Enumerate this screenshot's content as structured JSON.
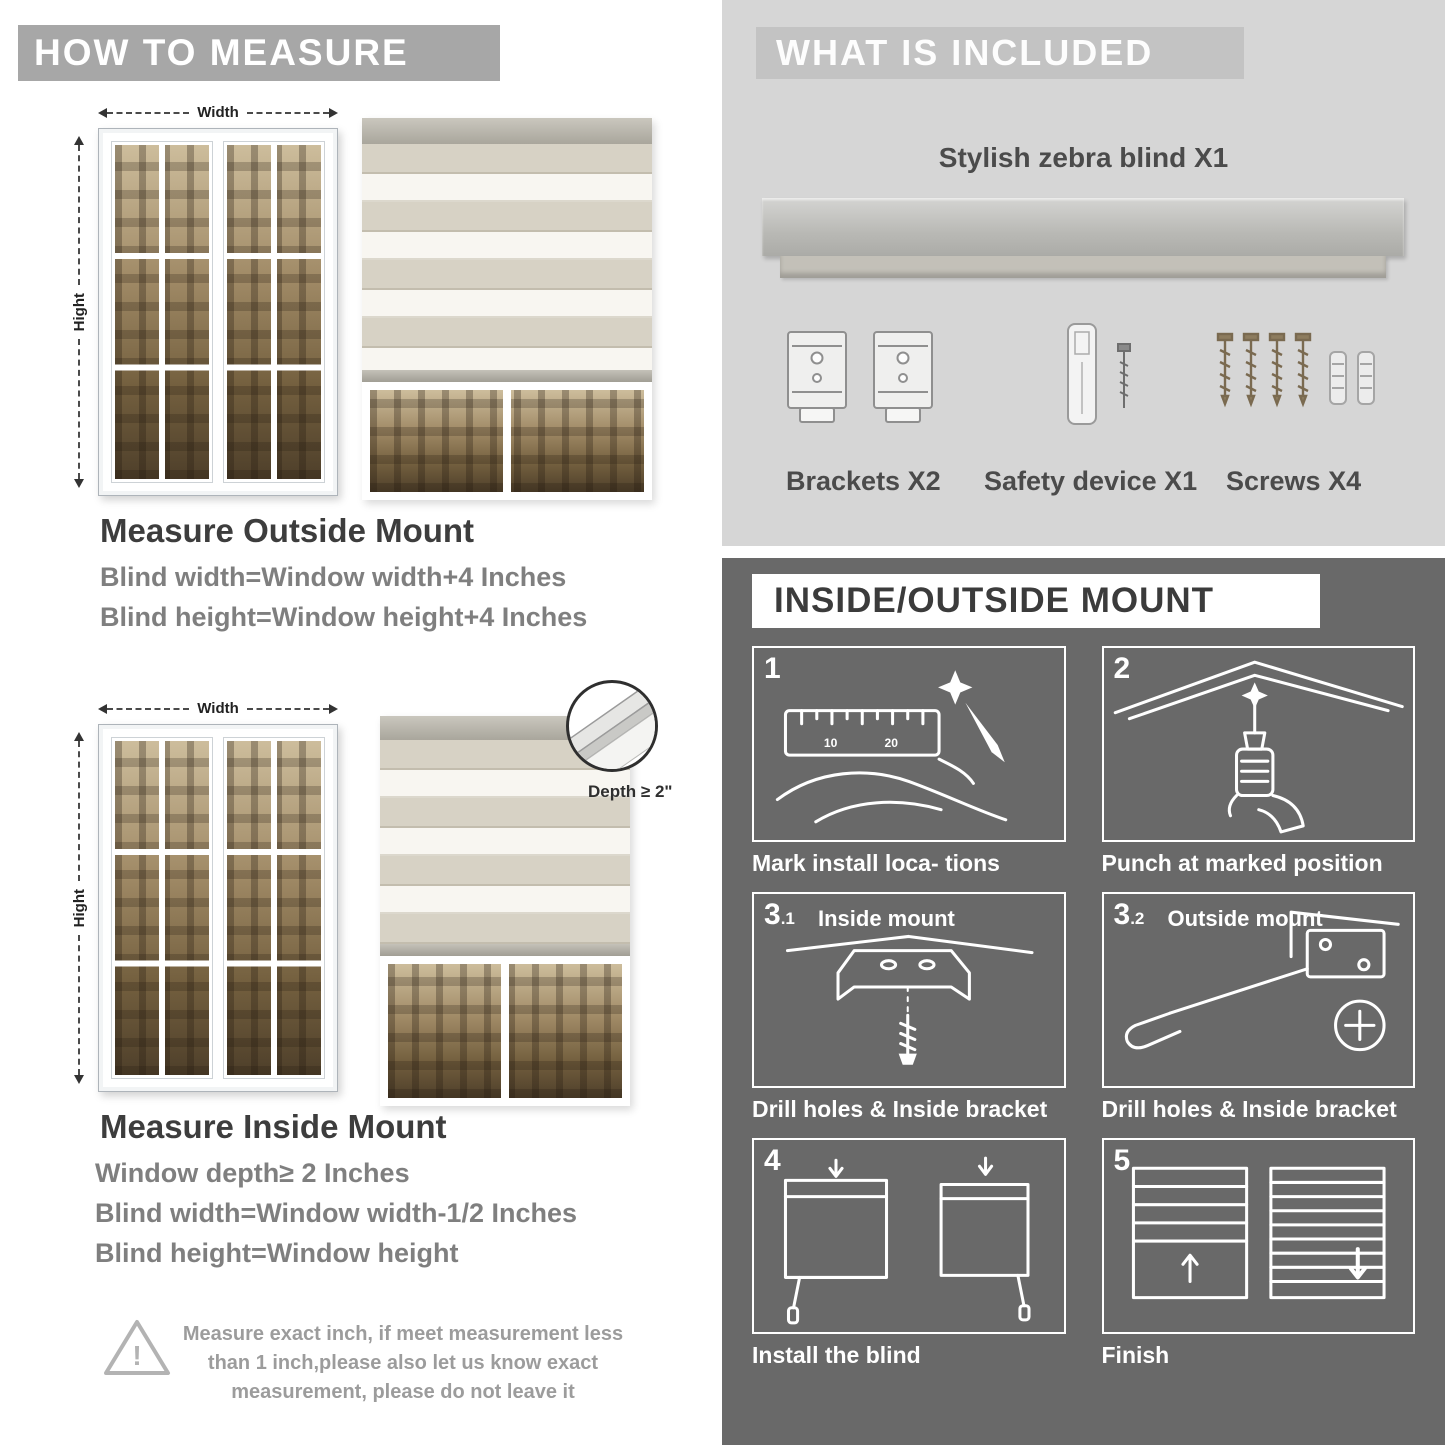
{
  "colors": {
    "left_banner_gray": "#a7a7a7",
    "included_bg": "#d6d6d6",
    "included_banner": "#c3c3c3",
    "mount_bg": "#696969",
    "heading_dark": "#3d3d3d",
    "body_gray": "#7f7f7f"
  },
  "left": {
    "header": "HOW TO MEASURE",
    "labels": {
      "width": "Width",
      "height": "Hight"
    },
    "outside": {
      "title": "Measure Outside Mount",
      "line1": "Blind width=Window width+4 Inches",
      "line2": "Blind height=Window height+4 Inches"
    },
    "inside": {
      "title": "Measure Inside Mount",
      "depth_label": "Depth ≥ 2\"",
      "line1": "Window depth≥ 2 Inches",
      "line2": "Blind width=Window width-1/2 Inches",
      "line3": "Blind height=Window height"
    },
    "warning": "Measure exact inch, if meet measurement less than 1 inch,please also let us know exact measurement, please do not leave it"
  },
  "right": {
    "included": {
      "header": "WHAT IS INCLUDED",
      "blind_label": "Stylish zebra blind X1",
      "items": [
        {
          "label": "Brackets X2"
        },
        {
          "label": "Safety device X1"
        },
        {
          "label": "Screws X4"
        }
      ]
    },
    "mount": {
      "header": "INSIDE/OUTSIDE MOUNT",
      "steps": [
        {
          "num": "1",
          "sub": "",
          "title": "",
          "caption": "Mark install loca- tions"
        },
        {
          "num": "2",
          "sub": "",
          "title": "",
          "caption": "Punch at  marked position"
        },
        {
          "num": "3",
          "sub": ".1",
          "title": "Inside mount",
          "caption": "Drill holes &  Inside bracket"
        },
        {
          "num": "3",
          "sub": ".2",
          "title": "Outside mount",
          "caption": "Drill holes &  Inside bracket"
        },
        {
          "num": "4",
          "sub": "",
          "title": "",
          "caption": "Install the blind"
        },
        {
          "num": "5",
          "sub": "",
          "title": "",
          "caption": "Finish"
        }
      ]
    }
  }
}
